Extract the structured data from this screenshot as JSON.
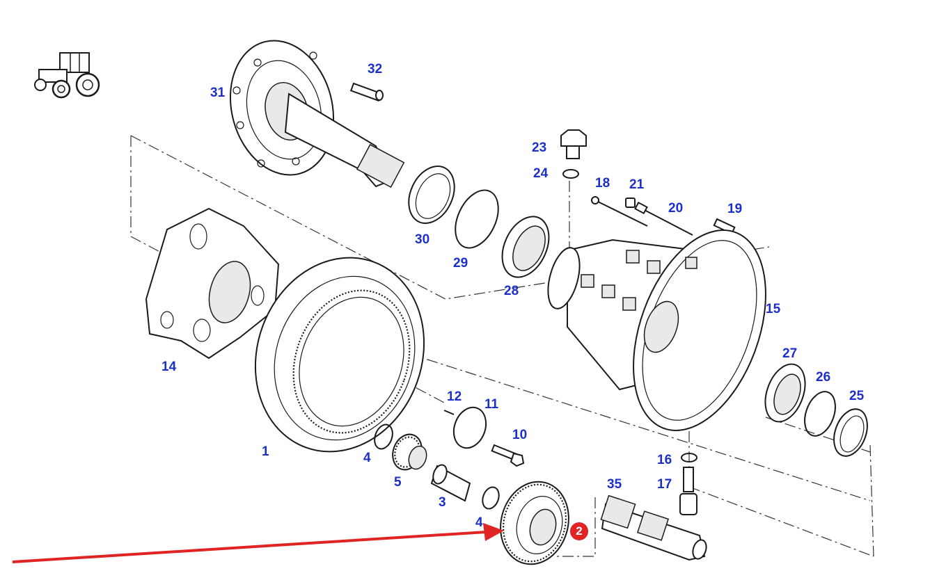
{
  "colors": {
    "label": "#1c2fc9",
    "arrow": "#e02323",
    "badge": "#e02323",
    "line": "#1a1a1a"
  },
  "icons": {
    "tractor": "tractor-icon"
  },
  "labels": [
    {
      "id": "p1",
      "text": "1"
    },
    {
      "id": "p3",
      "text": "3"
    },
    {
      "id": "p4a",
      "text": "4"
    },
    {
      "id": "p4b",
      "text": "4"
    },
    {
      "id": "p5",
      "text": "5"
    },
    {
      "id": "p10",
      "text": "10"
    },
    {
      "id": "p11",
      "text": "11"
    },
    {
      "id": "p12",
      "text": "12"
    },
    {
      "id": "p14",
      "text": "14"
    },
    {
      "id": "p15",
      "text": "15"
    },
    {
      "id": "p16",
      "text": "16"
    },
    {
      "id": "p17",
      "text": "17"
    },
    {
      "id": "p18",
      "text": "18"
    },
    {
      "id": "p19",
      "text": "19"
    },
    {
      "id": "p20",
      "text": "20"
    },
    {
      "id": "p21",
      "text": "21"
    },
    {
      "id": "p23",
      "text": "23"
    },
    {
      "id": "p24",
      "text": "24"
    },
    {
      "id": "p25",
      "text": "25"
    },
    {
      "id": "p26",
      "text": "26"
    },
    {
      "id": "p27",
      "text": "27"
    },
    {
      "id": "p28",
      "text": "28"
    },
    {
      "id": "p29",
      "text": "29"
    },
    {
      "id": "p30",
      "text": "30"
    },
    {
      "id": "p31",
      "text": "31"
    },
    {
      "id": "p32",
      "text": "32"
    },
    {
      "id": "p35",
      "text": "35"
    }
  ],
  "highlight": {
    "badge_text": "2"
  }
}
